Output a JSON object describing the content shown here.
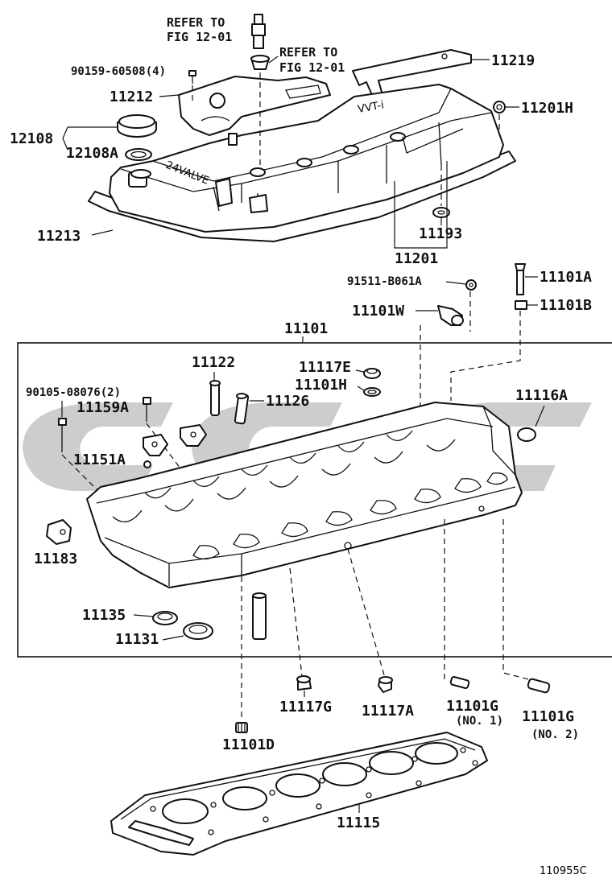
{
  "refs": {
    "refer1_line1": "REFER TO",
    "refer1_line2": "FIG 12-01",
    "refer2_line1": "REFER TO",
    "refer2_line2": "FIG 12-01"
  },
  "labels": {
    "p90159": "90159-60508(4)",
    "p11212": "11212",
    "p11219": "11219",
    "p11201H": "11201H",
    "p12108": "12108",
    "p12108A": "12108A",
    "p11213": "11213",
    "p11193": "11193",
    "p11201": "11201",
    "p91511": "91511-B061A",
    "p11101A": "11101A",
    "p11101B": "11101B",
    "p11101W": "11101W",
    "p11101": "11101",
    "p11122": "11122",
    "p11117E": "11117E",
    "p11101H": "11101H",
    "p90105": "90105-08076(2)",
    "p11159A": "11159A",
    "p11126": "11126",
    "p11116A": "11116A",
    "p11151A": "11151A",
    "p11183": "11183",
    "p11135": "11135",
    "p11131": "11131",
    "p11117G": "11117G",
    "p11117A": "11117A",
    "p11101G1": "11101G",
    "p11101G1_note": "(NO. 1)",
    "p11101G2": "11101G",
    "p11101G2_note": "(NO. 2)",
    "p11101D": "11101D",
    "p11115": "11115",
    "figure_id": "110955C"
  },
  "cover_text": {
    "left": "24VALVE",
    "right": "VVT-i"
  },
  "watermark": "CCC",
  "colors": {
    "line": "#111111",
    "watermark": "#bcbcbc"
  }
}
